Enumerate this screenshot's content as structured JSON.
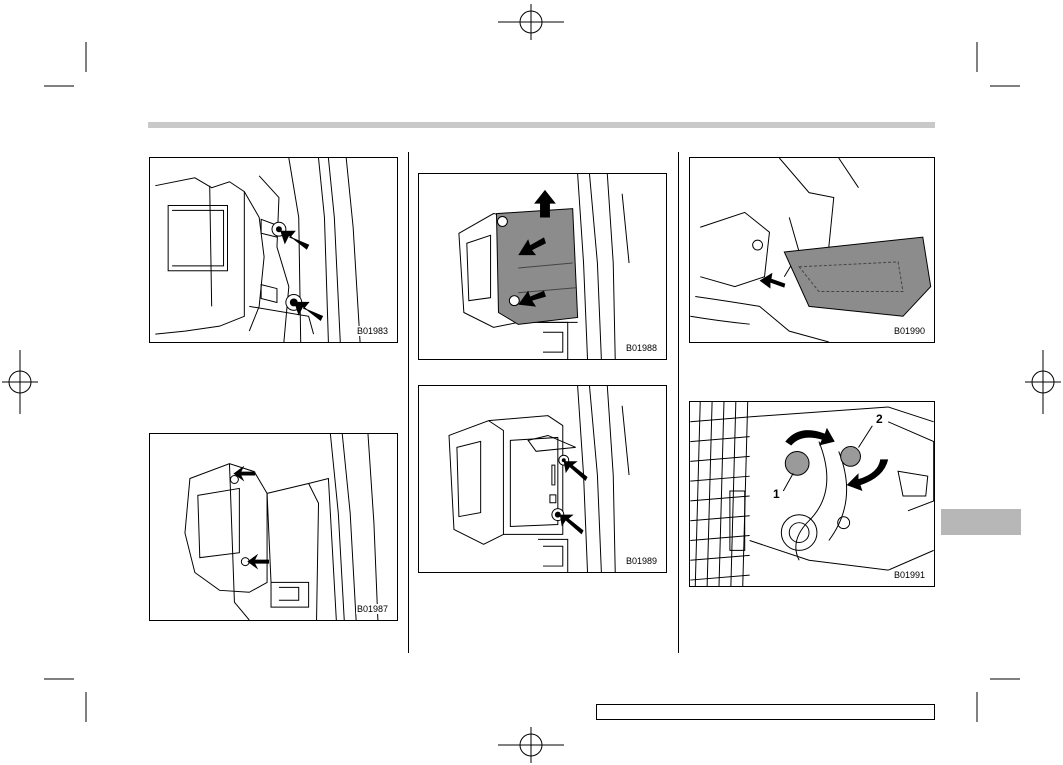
{
  "figures": [
    {
      "code": "B01983"
    },
    {
      "code": "B01987"
    },
    {
      "code": "B01988"
    },
    {
      "code": "B01989"
    },
    {
      "code": "B01990"
    },
    {
      "code": "B01991",
      "callouts": [
        "1",
        "2"
      ]
    }
  ],
  "footer": {
    "text": ""
  },
  "colors": {
    "header_rule": "#c9c9c9",
    "side_tab": "#b7b7b7",
    "highlight_part": "#8c8c8c"
  }
}
